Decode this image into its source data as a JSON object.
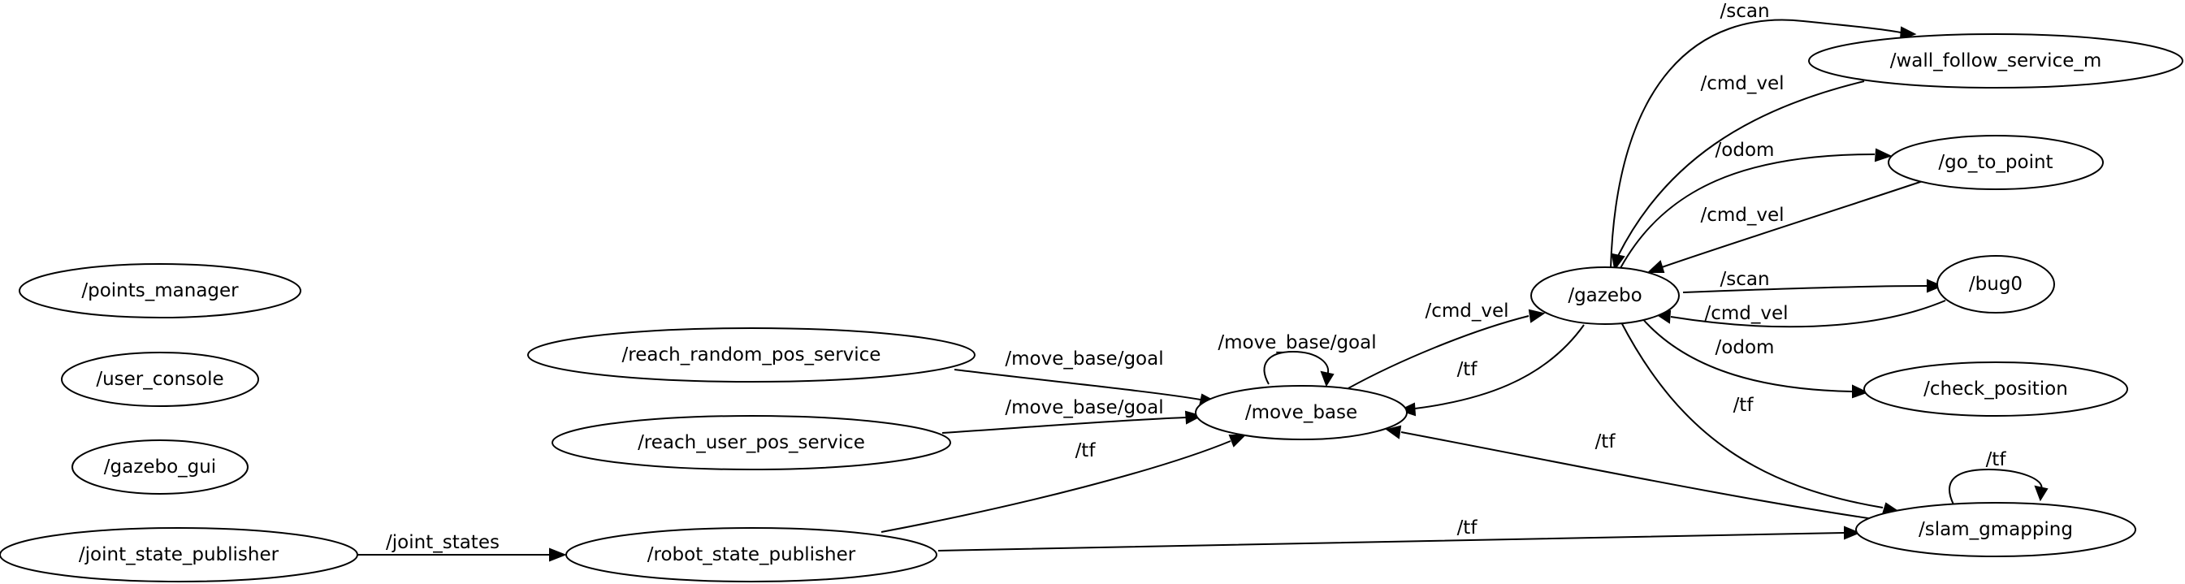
{
  "diagram": {
    "nodes": [
      {
        "id": "points_manager",
        "label": "/points_manager"
      },
      {
        "id": "user_console",
        "label": "/user_console"
      },
      {
        "id": "gazebo_gui",
        "label": "/gazebo_gui"
      },
      {
        "id": "joint_state_publisher",
        "label": "/joint_state_publisher"
      },
      {
        "id": "reach_random_pos_service",
        "label": "/reach_random_pos_service"
      },
      {
        "id": "reach_user_pos_service",
        "label": "/reach_user_pos_service"
      },
      {
        "id": "robot_state_publisher",
        "label": "/robot_state_publisher"
      },
      {
        "id": "move_base",
        "label": "/move_base"
      },
      {
        "id": "gazebo",
        "label": "/gazebo"
      },
      {
        "id": "wall_follow_service_m",
        "label": "/wall_follow_service_m"
      },
      {
        "id": "go_to_point",
        "label": "/go_to_point"
      },
      {
        "id": "bug0",
        "label": "/bug0"
      },
      {
        "id": "check_position",
        "label": "/check_position"
      },
      {
        "id": "slam_gmapping",
        "label": "/slam_gmapping"
      }
    ],
    "edges": [
      {
        "id": "e1",
        "from": "joint_state_publisher",
        "to": "robot_state_publisher",
        "label": "/joint_states"
      },
      {
        "id": "e2",
        "from": "reach_random_pos_service",
        "to": "move_base",
        "label": "/move_base/goal"
      },
      {
        "id": "e3",
        "from": "reach_user_pos_service",
        "to": "move_base",
        "label": "/move_base/goal"
      },
      {
        "id": "e4",
        "from": "robot_state_publisher",
        "to": "move_base",
        "label": "/tf"
      },
      {
        "id": "e5",
        "from": "move_base",
        "to": "move_base",
        "label": "/move_base/goal"
      },
      {
        "id": "e6",
        "from": "move_base",
        "to": "gazebo",
        "label": "/cmd_vel"
      },
      {
        "id": "e7",
        "from": "gazebo",
        "to": "move_base",
        "label": "/tf"
      },
      {
        "id": "e8",
        "from": "slam_gmapping",
        "to": "move_base",
        "label": "/tf"
      },
      {
        "id": "e9",
        "from": "robot_state_publisher",
        "to": "slam_gmapping",
        "label": "/tf"
      },
      {
        "id": "e10",
        "from": "gazebo",
        "to": "wall_follow_service_m",
        "label": "/scan"
      },
      {
        "id": "e11",
        "from": "wall_follow_service_m",
        "to": "gazebo",
        "label": "/cmd_vel"
      },
      {
        "id": "e12",
        "from": "gazebo",
        "to": "go_to_point",
        "label": "/odom"
      },
      {
        "id": "e13",
        "from": "go_to_point",
        "to": "gazebo",
        "label": "/cmd_vel"
      },
      {
        "id": "e14",
        "from": "gazebo",
        "to": "bug0",
        "label": "/scan"
      },
      {
        "id": "e15",
        "from": "bug0",
        "to": "gazebo",
        "label": "/cmd_vel"
      },
      {
        "id": "e16",
        "from": "gazebo",
        "to": "check_position",
        "label": "/odom"
      },
      {
        "id": "e17",
        "from": "gazebo",
        "to": "slam_gmapping",
        "label": "/tf"
      },
      {
        "id": "e18",
        "from": "slam_gmapping",
        "to": "slam_gmapping",
        "label": "/tf"
      }
    ]
  }
}
